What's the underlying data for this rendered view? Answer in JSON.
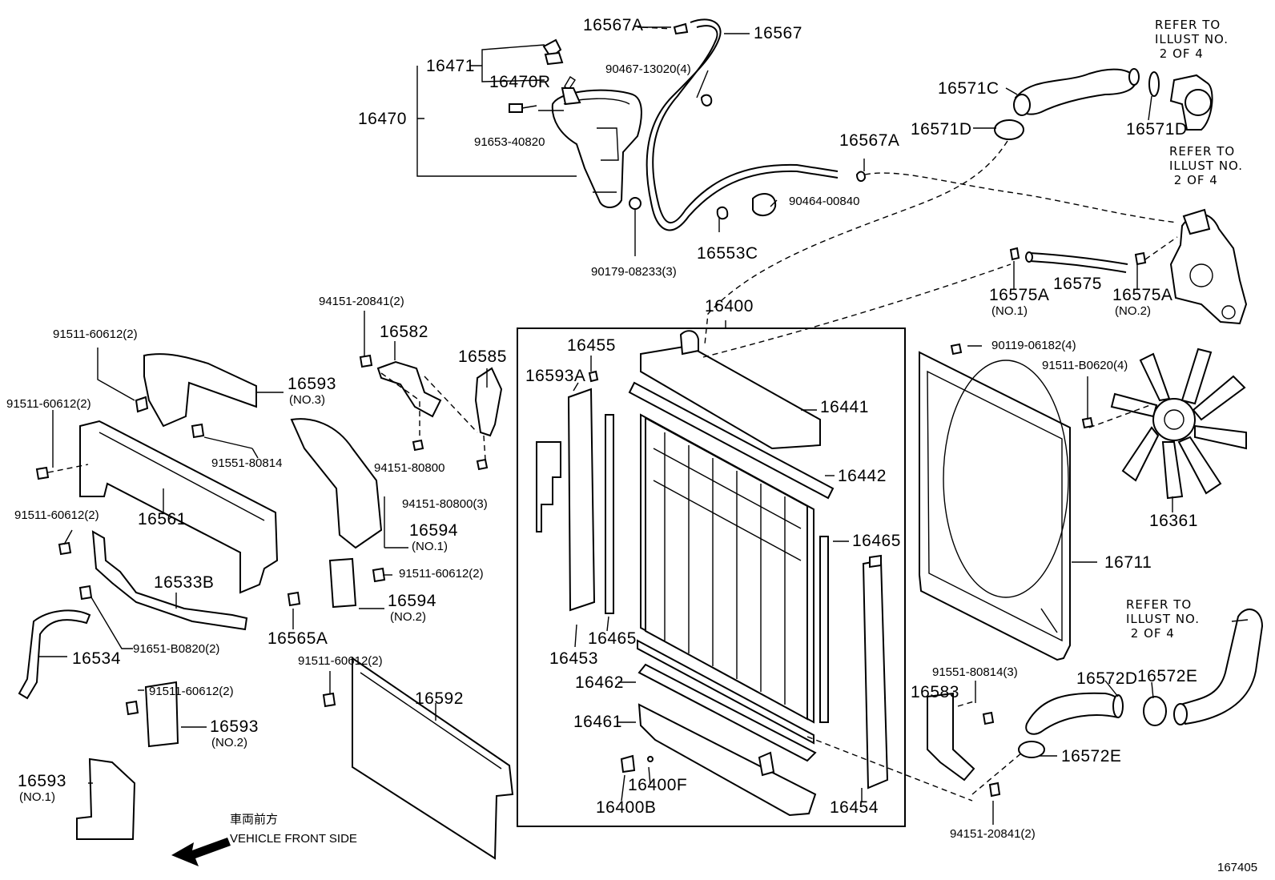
{
  "labels": {
    "p16567A_top": "16567A",
    "p16567": "16567",
    "p16471": "16471",
    "p16470R": "16470R",
    "p16470": "16470",
    "b90467": "90467-13020(4)",
    "b91653": "91653-40820",
    "p16567A_mid": "16567A",
    "b90464": "90464-00840",
    "p16553C": "16553C",
    "b90179": "90179-08233(3)",
    "p16571C": "16571C",
    "p16571D_left": "16571D",
    "p16571D_right": "16571D",
    "p16575A_1": "16575A",
    "p16575A_1_sub": "(NO.1)",
    "p16575": "16575",
    "p16575A_2": "16575A",
    "p16575A_2_sub": "(NO.2)",
    "p16400": "16400",
    "b94151_20841_top": "94151-20841(2)",
    "p16582": "16582",
    "p16585": "16585",
    "b91511_60612_a": "91511-60612(2)",
    "p16593_3": "16593",
    "p16593_3_sub": "(NO.3)",
    "b91511_60612_b": "91511-60612(2)",
    "b91551_80814_left": "91551-80814",
    "b94151_80800": "94151-80800",
    "b94151_80800_3": "94151-80800(3)",
    "p16561": "16561",
    "b91511_60612_c": "91511-60612(2)",
    "p16594_1": "16594",
    "p16594_1_sub": "(NO.1)",
    "b91511_60612_d": "91511-60612(2)",
    "p16594_2": "16594",
    "p16594_2_sub": "(NO.2)",
    "p16533B": "16533B",
    "p16565A": "16565A",
    "b91651": "91651-B0820(2)",
    "p16534": "16534",
    "b91511_60612_e": "91511-60612(2)",
    "b91511_60612_f": "91511-60612(2)",
    "p16592": "16592",
    "p16593_2": "16593",
    "p16593_2_sub": "(NO.2)",
    "p16593_1": "16593",
    "p16593_1_sub": "(NO.1)",
    "p16455": "16455",
    "p16593A": "16593A",
    "p16441": "16441",
    "p16442": "16442",
    "p16465_right": "16465",
    "p16465_left": "16465",
    "p16453": "16453",
    "p16462": "16462",
    "p16461": "16461",
    "p16400F": "16400F",
    "p16400B": "16400B",
    "p16454": "16454",
    "b90119": "90119-06182(4)",
    "b91511_B0620": "91511-B0620(4)",
    "p16361": "16361",
    "p16711": "16711",
    "b91551_80814_right": "91551-80814(3)",
    "p16583": "16583",
    "p16572D": "16572D",
    "p16572E_top": "16572E",
    "p16572E_bottom": "16572E",
    "b94151_20841_bottom": "94151-20841(2)",
    "front_jp": "車両前方",
    "front_en": "VEHICLE FRONT SIDE",
    "diagram_no": "167405"
  },
  "notes": {
    "refer_1": "REFER TO\nILLUST NO.\n 2 OF 4",
    "refer_2": "REFER TO\nILLUST NO.\n 2 OF 4",
    "refer_3": "REFER TO\nILLUST NO.\n 2 OF 4"
  }
}
